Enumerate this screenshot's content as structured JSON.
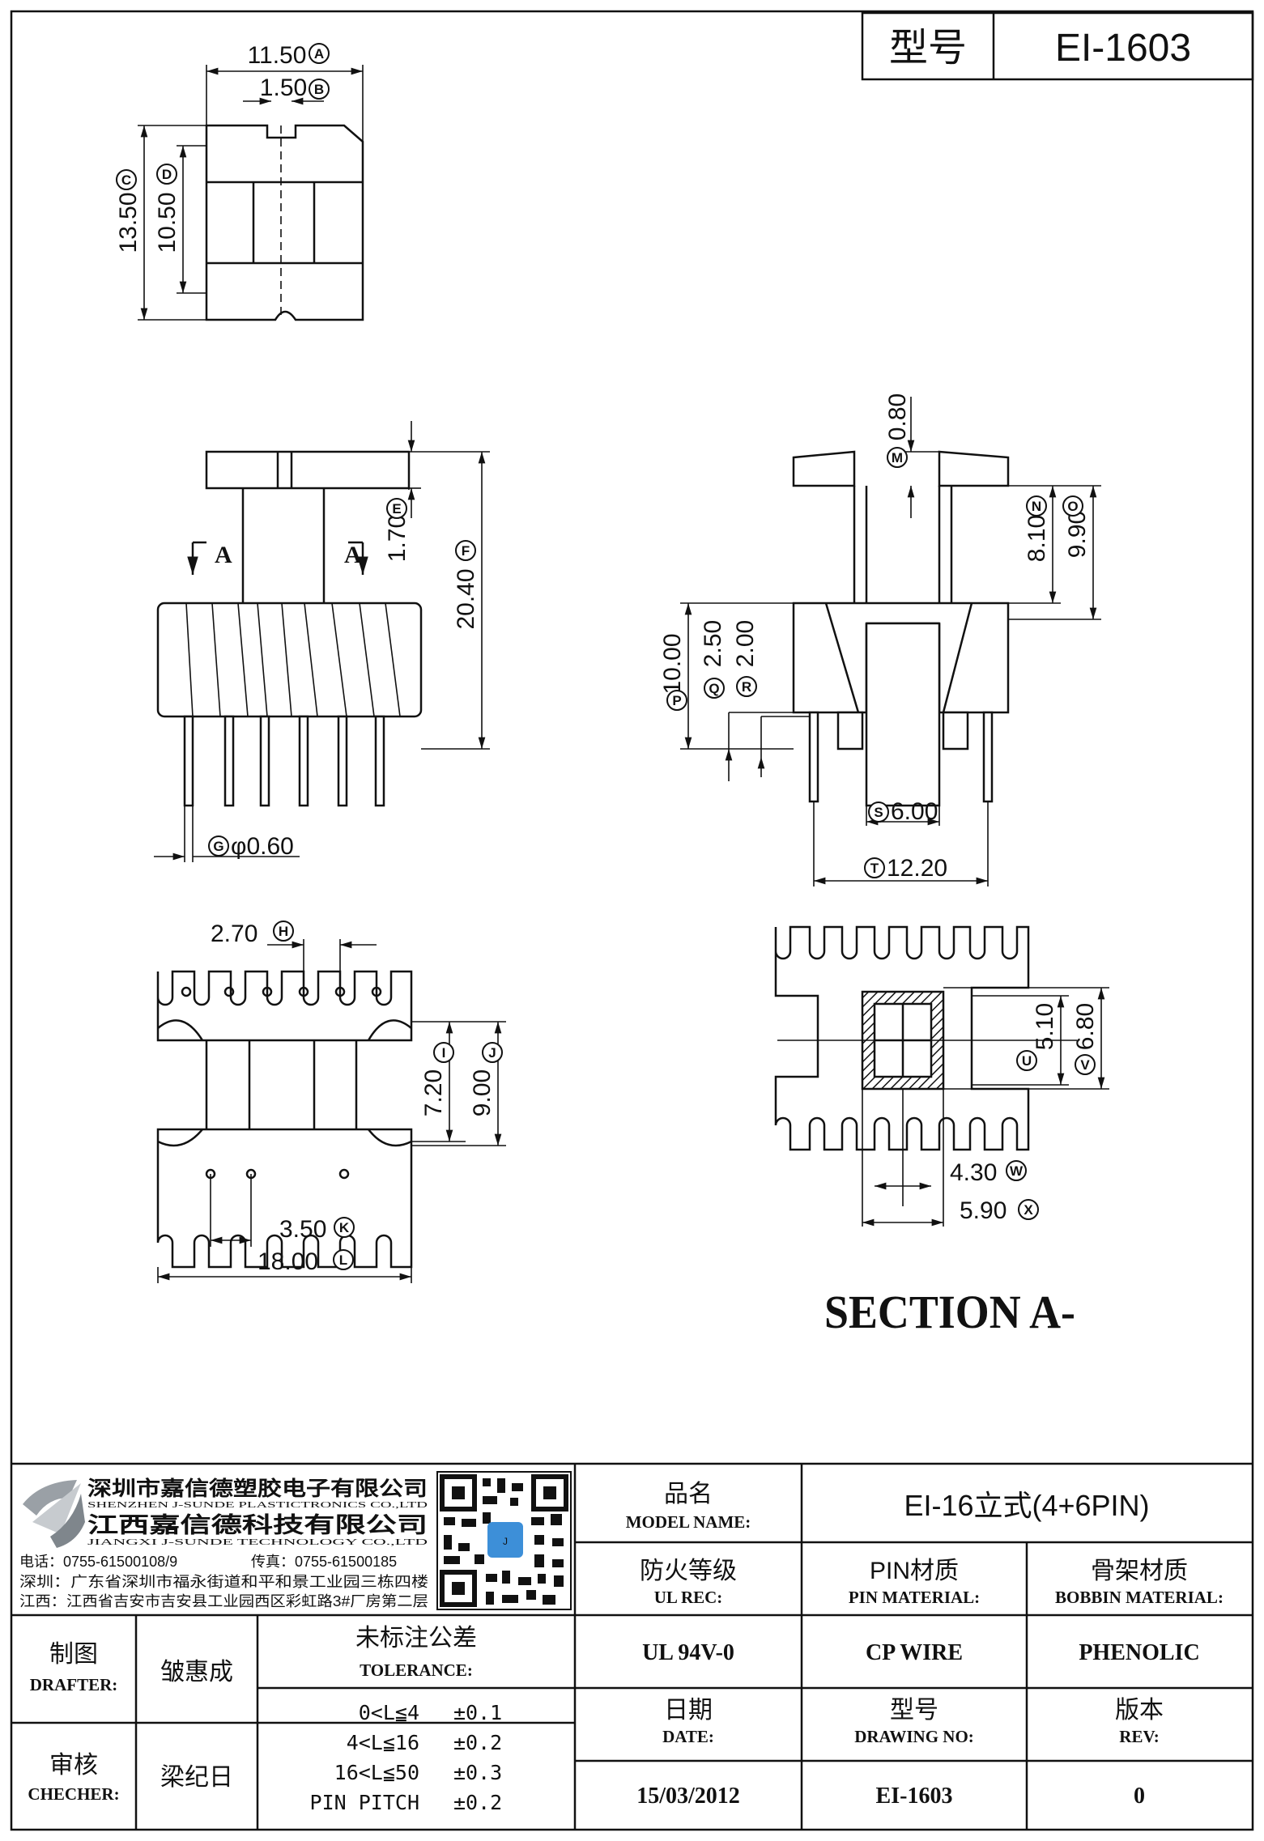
{
  "title_block": {
    "model_label": "型号",
    "model_value": "EI-1603"
  },
  "top_view": {
    "dims": [
      "11.50",
      "1.50",
      "13.50",
      "10.50"
    ],
    "markers": [
      "A",
      "B",
      "C",
      "D"
    ]
  },
  "front_view": {
    "dims": [
      "1.70",
      "20.40",
      "φ0.60"
    ],
    "markers": [
      "E",
      "F",
      "G"
    ],
    "section_marks": [
      "A",
      "A"
    ]
  },
  "side_view": {
    "dims": [
      "0.80",
      "8.10",
      "9.90",
      "10.00",
      "2.50",
      "2.00",
      "6.00",
      "12.20"
    ],
    "markers": [
      "M",
      "N",
      "O",
      "P",
      "Q",
      "R",
      "S",
      "T"
    ]
  },
  "bottom_view": {
    "dims": [
      "2.70",
      "7.20",
      "9.00",
      "3.50",
      "18.00"
    ],
    "markers": [
      "H",
      "I",
      "J",
      "K",
      "L"
    ]
  },
  "section_view": {
    "title": "SECTION A-",
    "dims": [
      "5.10",
      "6.80",
      "4.30",
      "5.90"
    ],
    "markers": [
      "U",
      "V",
      "W",
      "X"
    ]
  },
  "company": {
    "name_sz": "深圳市嘉信德塑胶电子有限公司",
    "name_sz_en": "SHENZHEN J-SUNDE PLASTICTRONICS CO.,LTD",
    "name_jx": "江西嘉信德科技有限公司",
    "name_jx_en": "JIANGXI J-SUNDE TECHNOLOGY CO.,LTD",
    "phone": "电话：0755-61500108/9",
    "fax": "传真：0755-61500185",
    "addr_sz": "深圳：广东省深圳市福永街道和平和景工业园三栋四楼",
    "addr_jx": "江西：江西省吉安市吉安县工业园西区彩虹路3#厂房第二层"
  },
  "table": {
    "model_name_cn": "品名",
    "model_name_en": "MODEL NAME:",
    "model_name_value": "EI-16立式(4+6PIN)",
    "ul_cn": "防火等级",
    "ul_en": "UL REC:",
    "ul_value": "UL 94V-0",
    "pin_cn": "PIN材质",
    "pin_en": "PIN MATERIAL:",
    "pin_value": "CP WIRE",
    "bobbin_cn": "骨架材质",
    "bobbin_en": "BOBBIN MATERIAL:",
    "bobbin_value": "PHENOLIC",
    "date_cn": "日期",
    "date_en": "DATE:",
    "date_value": "15/03/2012",
    "drawing_cn": "型号",
    "drawing_en": "DRAWING NO:",
    "drawing_value": "EI-1603",
    "rev_cn": "版本",
    "rev_en": "REV:",
    "rev_value": "0",
    "drafter_cn": "制图",
    "drafter_en": "DRAFTER:",
    "drafter_name": "皱惠成",
    "checker_cn": "审核",
    "checker_en": "CHECHER:",
    "checker_name": "梁纪日",
    "tolerance_cn": "未标注公差",
    "tolerance_en": "TOLERANCE:",
    "tolerances": [
      {
        "range": "0<L≦4",
        "value": "±0.1"
      },
      {
        "range": "4<L≦16",
        "value": "±0.2"
      },
      {
        "range": "16<L≦50",
        "value": "±0.3"
      },
      {
        "range": "PIN PITCH",
        "value": "±0.2"
      }
    ]
  }
}
